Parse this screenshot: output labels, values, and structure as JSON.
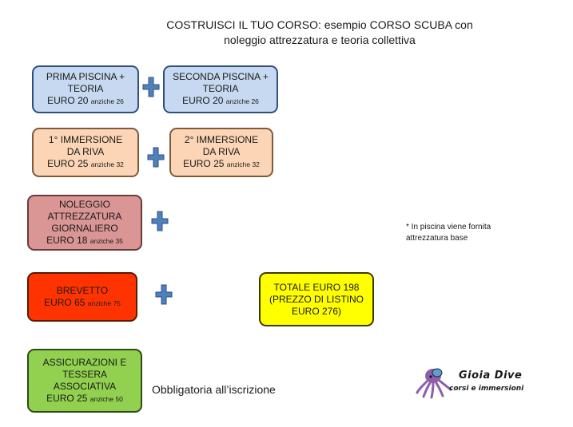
{
  "title": {
    "line1": "COSTRUISCI IL TUO CORSO: esempio CORSO SCUBA con",
    "line2": "noleggio attrezzatura e teoria collettiva"
  },
  "boxes": {
    "prima": {
      "line1": "PRIMA PISCINA +",
      "line2": "TEORIA",
      "price": "EURO 20",
      "old": "anziche 26",
      "color": "#c6d9f1"
    },
    "seconda": {
      "line1": "SECONDA PISCINA +",
      "line2": "TEORIA",
      "price": "EURO 20",
      "old": "anziche 26",
      "color": "#c6d9f1"
    },
    "imm1": {
      "line1": "1° IMMERSIONE",
      "line2": "DA RIVA",
      "price": "EURO 25",
      "old": "anziche 32",
      "color": "#fbd5b5"
    },
    "imm2": {
      "line1": "2° IMMERSIONE",
      "line2": "DA RIVA",
      "price": "EURO 25",
      "old": "anziche 32",
      "color": "#fbd5b5"
    },
    "noleggio": {
      "line1": "NOLEGGIO",
      "line2": "ATTREZZATURA",
      "line3": "GIORNALIERO",
      "price": "EURO 18",
      "old": "anziche 35",
      "color": "#d99694"
    },
    "brevetto": {
      "line1": "BREVETTO",
      "price": "EURO  65",
      "old": "anziche 75",
      "color": "#ff3300"
    },
    "totale": {
      "line1": "TOTALE  EURO  198",
      "line2": "(PREZZO DI LISTINO",
      "line3": "EURO 276)",
      "color": "#ffff00"
    },
    "assicurazioni": {
      "line1": "ASSICURAZIONI E",
      "line2": "TESSERA",
      "line3": "ASSOCIATIVA",
      "price": "EURO 25",
      "old": "anziche 50",
      "color": "#92d050"
    }
  },
  "note": {
    "line1": "*  In piscina viene fornita",
    "line2": "attrezzatura base"
  },
  "obbligatoria": "Obbligatoria all’iscrizione",
  "logo": {
    "name": "Gioia Dive",
    "tagline": "corsi e immersioni"
  },
  "plus_color": "#4f81bd"
}
